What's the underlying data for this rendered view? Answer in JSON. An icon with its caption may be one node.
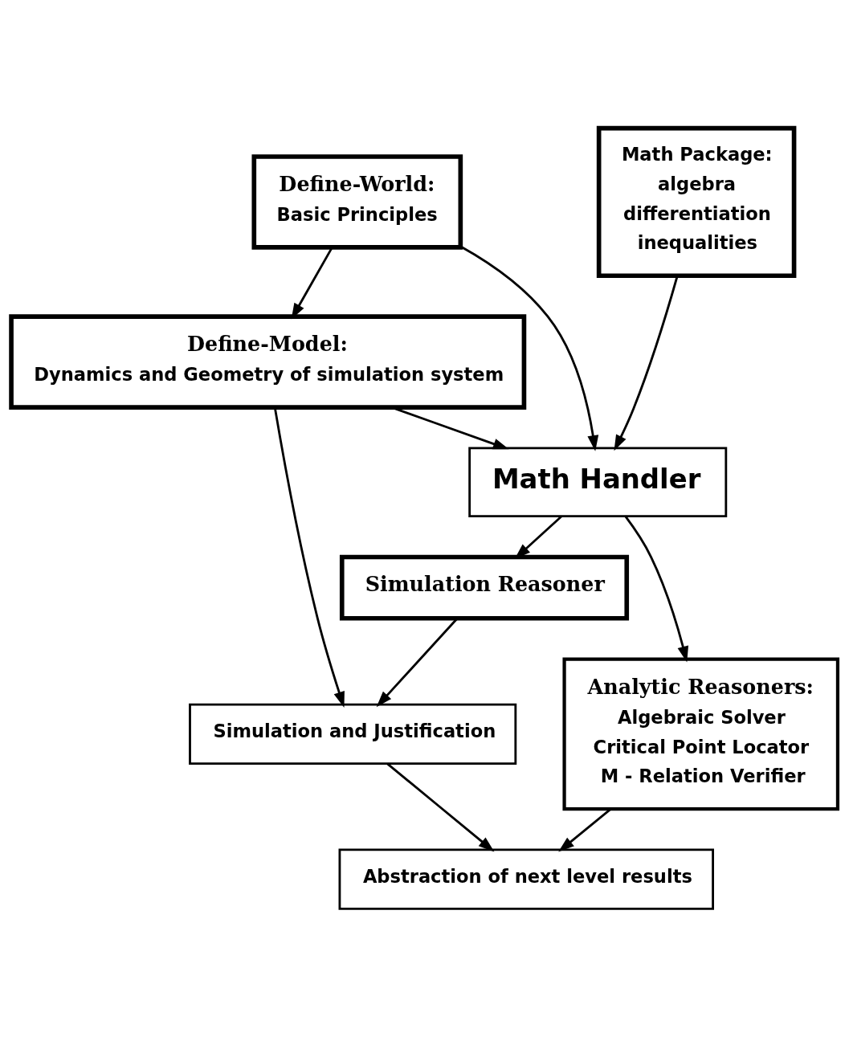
{
  "diagram": {
    "nodes": [
      {
        "text": [
          "Define-World:",
          "Basic Principles"
        ]
      },
      {
        "text": [
          "Math Package:",
          "algebra",
          "differentiation",
          "inequalities"
        ]
      },
      {
        "text": [
          "Define-Model:",
          "Dynamics and Geometry of simulation system"
        ]
      },
      {
        "text": [
          "Math Handler"
        ]
      },
      {
        "text": [
          "Simulation Reasoner"
        ]
      },
      {
        "text": [
          "Simulation and Justification"
        ]
      },
      {
        "text": [
          "Analytic Reasoners:",
          "Algebraic Solver",
          "Critical Point Locator",
          "M - Relation Verifier"
        ]
      },
      {
        "text": [
          "Abstraction of next level results"
        ]
      }
    ],
    "edges": [
      {
        "from": 0,
        "to": 2,
        "arrow": "to"
      },
      {
        "from": 0,
        "to": 3,
        "arrow": "to"
      },
      {
        "from": 1,
        "to": 3,
        "arrow": "to"
      },
      {
        "from": 2,
        "to": 3,
        "arrow": "to"
      },
      {
        "from": 2,
        "to": 5,
        "arrow": "to"
      },
      {
        "from": 3,
        "to": 4,
        "arrow": "to"
      },
      {
        "from": 3,
        "to": 6,
        "arrow": "to"
      },
      {
        "from": 4,
        "to": 5,
        "arrow": "to"
      },
      {
        "from": 5,
        "to": 7,
        "arrow": "to"
      },
      {
        "from": 6,
        "to": 7,
        "arrow": "to"
      }
    ]
  }
}
